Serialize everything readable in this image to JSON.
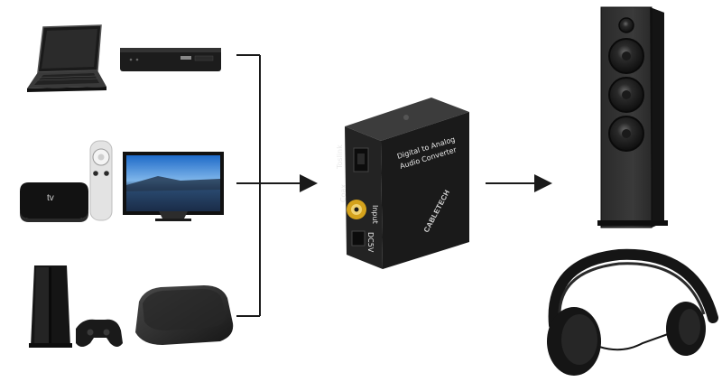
{
  "converter": {
    "title_line1": "Digital to Analog",
    "title_line2": "Audio Converter",
    "brand": "CABLETECH",
    "port_toslink": "Toslink",
    "port_coax": "Coax",
    "port_input": "Input",
    "port_dc": "DC5V"
  },
  "apple_tv": {
    "logo_text": "tv"
  },
  "colors": {
    "background": "#ffffff",
    "connector": "#1a1a1a",
    "device_dark": "#141414",
    "coax_gold": "#d4a21c"
  },
  "icons": {
    "sources": [
      "laptop-icon",
      "set-top-box-icon",
      "apple-tv-icon",
      "remote-icon",
      "television-icon",
      "game-console-icon",
      "gamepad-icon",
      "wireless-pad-icon"
    ],
    "outputs": [
      "floor-speaker-icon",
      "headphones-icon"
    ]
  }
}
